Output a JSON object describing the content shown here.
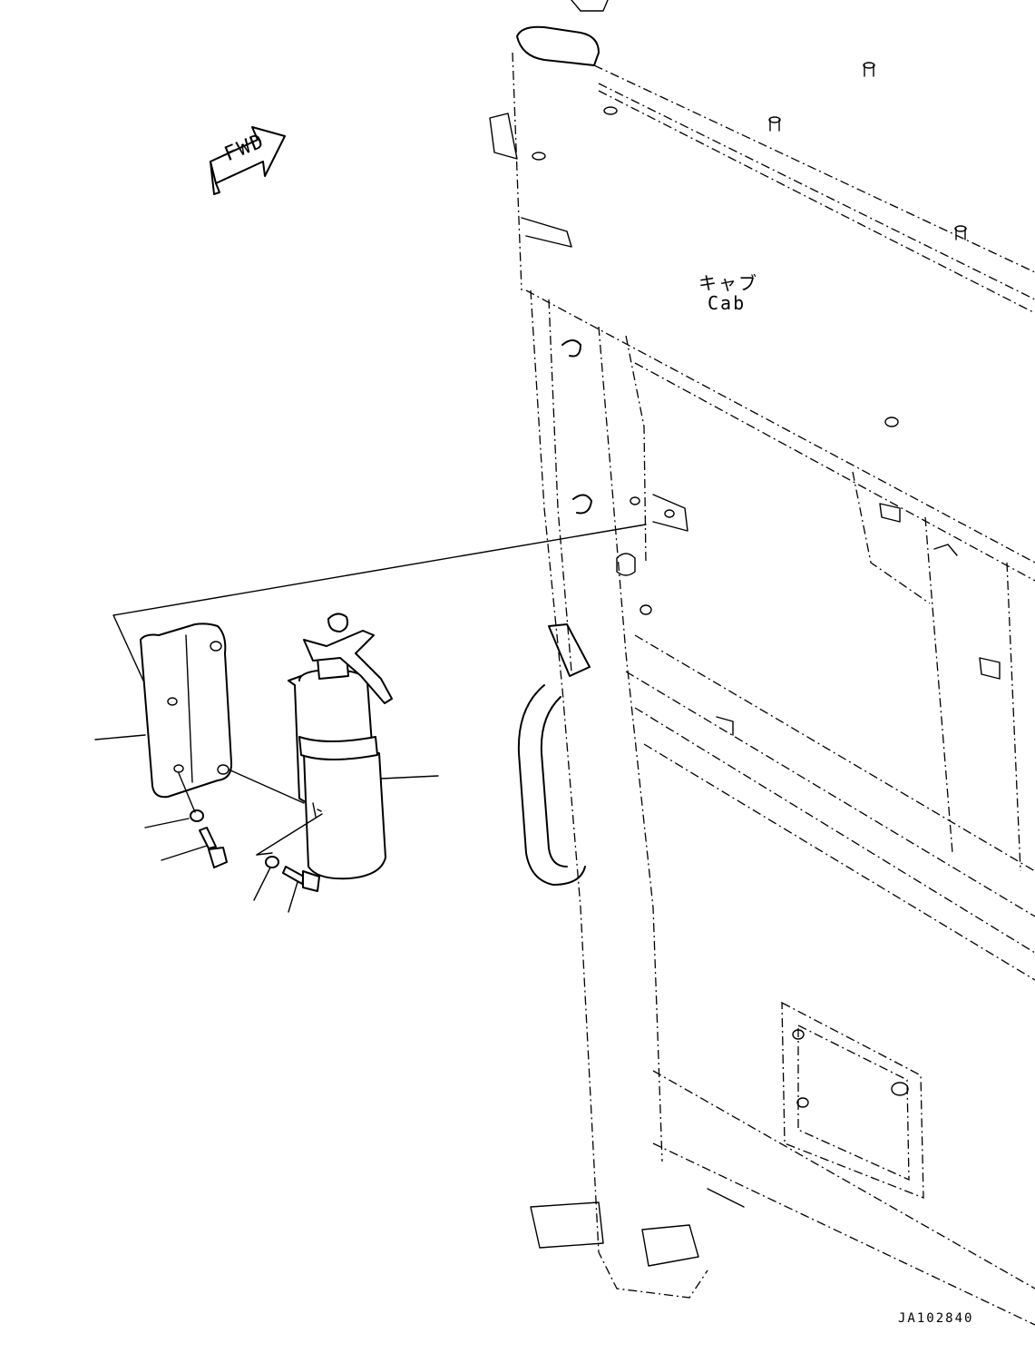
{
  "labels": {
    "fwd": "FWD",
    "cab_ja": "キャブ",
    "cab_en": "Cab",
    "drawing_number": "JA102840"
  }
}
